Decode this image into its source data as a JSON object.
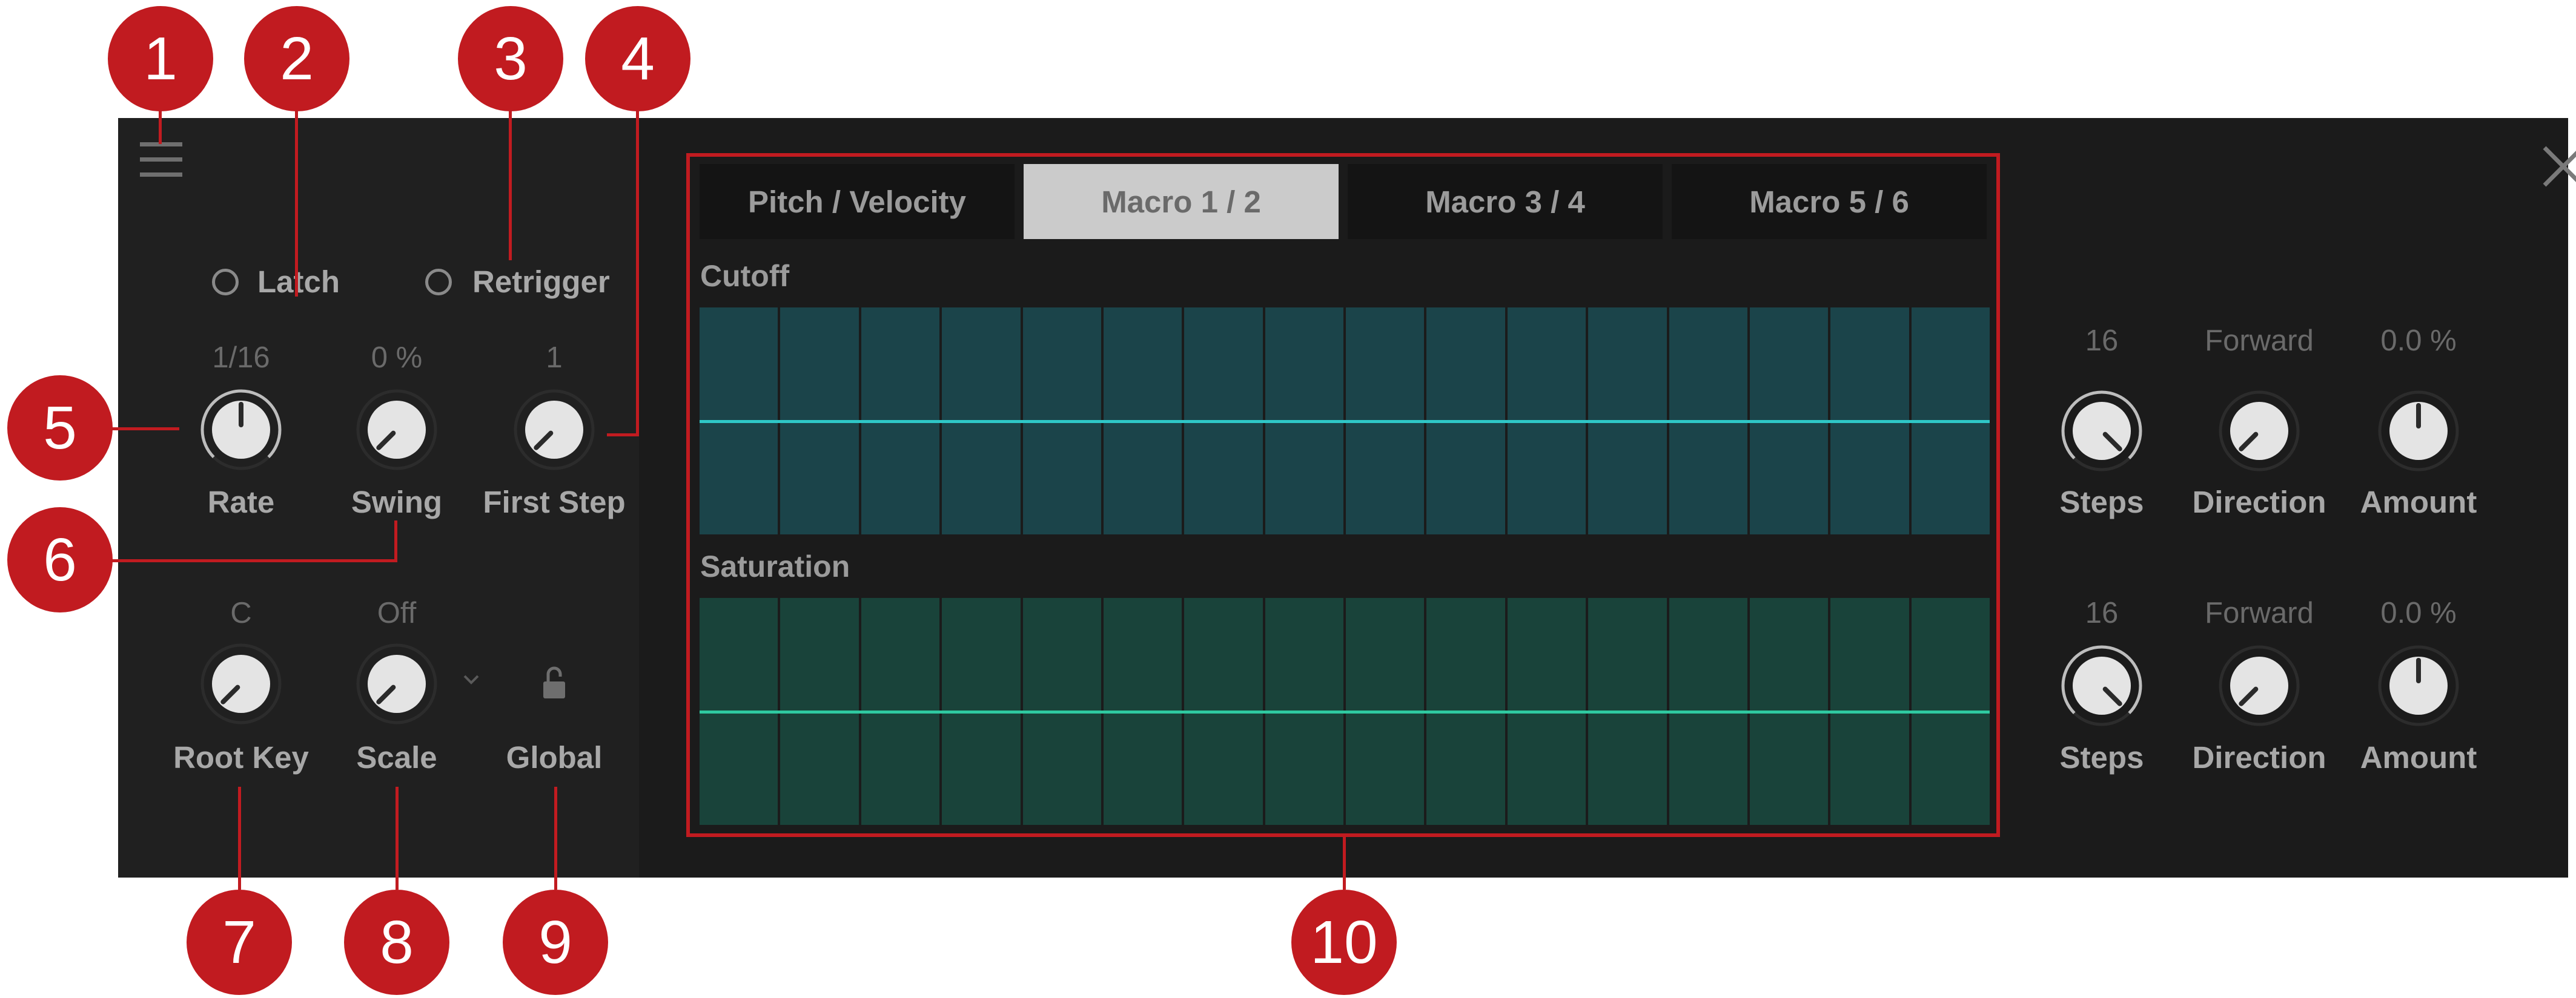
{
  "header": {
    "menu_icon": "hamburger-menu-icon",
    "close_icon": "close-x-icon"
  },
  "left": {
    "latch_label": "Latch",
    "retrigger_label": "Retrigger",
    "knobs": [
      {
        "value": "1/16",
        "label": "Rate"
      },
      {
        "value": "0 %",
        "label": "Swing"
      },
      {
        "value": "1",
        "label": "First Step"
      },
      {
        "value": "C",
        "label": "Root Key"
      },
      {
        "value": "Off",
        "label": "Scale"
      }
    ],
    "global_label": "Global",
    "lock_icon": "unlock-icon",
    "scale_dropdown_icon": "chevron-down-icon"
  },
  "tabs": [
    {
      "label": "Pitch / Velocity",
      "active": false
    },
    {
      "label": "Macro 1 / 2",
      "active": true
    },
    {
      "label": "Macro 3 / 4",
      "active": false
    },
    {
      "label": "Macro 5 / 6",
      "active": false
    }
  ],
  "lanes": [
    {
      "title": "Cutoff",
      "steps": 16,
      "level": 0.5,
      "fill_color": "#1b444a",
      "line_color": "#2fc7c7"
    },
    {
      "title": "Saturation",
      "steps": 16,
      "level": 0.5,
      "fill_color": "#19433a",
      "line_color": "#2fc9a0"
    }
  ],
  "right": {
    "rows": [
      {
        "knobs": [
          {
            "value": "16",
            "label": "Steps"
          },
          {
            "value": "Forward",
            "label": "Direction"
          },
          {
            "value": "0.0 %",
            "label": "Amount"
          }
        ]
      },
      {
        "knobs": [
          {
            "value": "16",
            "label": "Steps"
          },
          {
            "value": "Forward",
            "label": "Direction"
          },
          {
            "value": "0.0 %",
            "label": "Amount"
          }
        ]
      }
    ]
  },
  "callouts": [
    "1",
    "2",
    "3",
    "4",
    "5",
    "6",
    "7",
    "8",
    "9",
    "10"
  ],
  "colors": {
    "accent_red": "#c11b20",
    "panel": "#1b1b1b",
    "left_panel": "#202020",
    "tab_active": "#cbcbcb"
  }
}
